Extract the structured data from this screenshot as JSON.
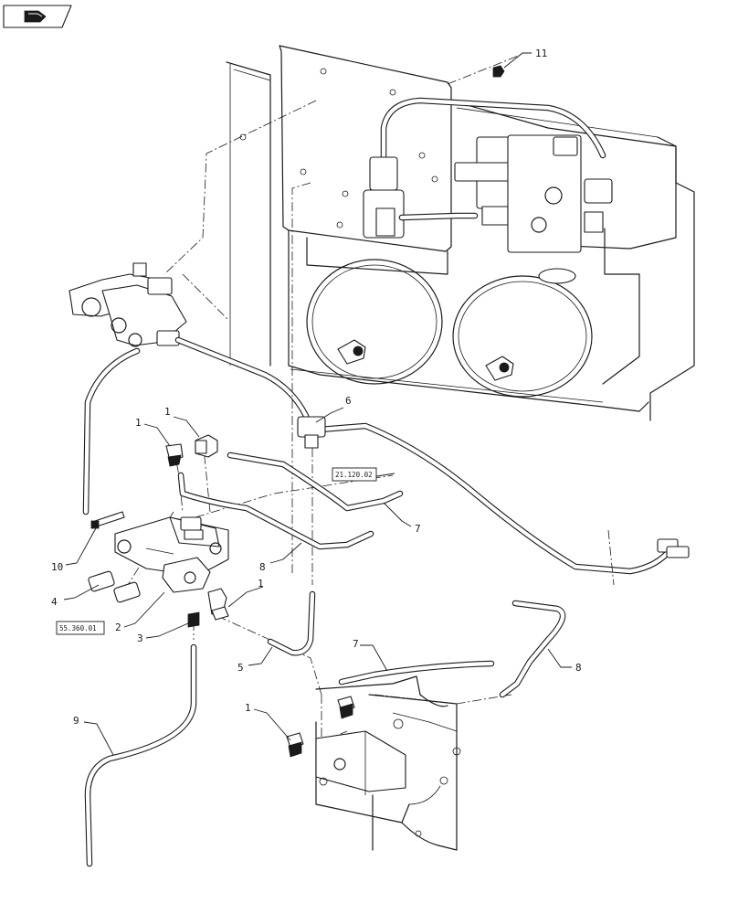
{
  "callouts": {
    "c1a": "1",
    "c1b": "1",
    "c1c": "1",
    "c1d": "1",
    "c2": "2",
    "c3": "3",
    "c4": "4",
    "c5": "5",
    "c6": "6",
    "c7a": "7",
    "c7b": "7",
    "c8a": "8",
    "c8b": "8",
    "c9": "9",
    "c10": "10",
    "c11": "11"
  },
  "references": {
    "ref_upper": "21.120.02",
    "ref_lower": "55.360.01"
  },
  "nav": {
    "icon": "book-page-icon"
  },
  "colors": {
    "line": "#1a1a1a",
    "paper": "#ffffff"
  }
}
